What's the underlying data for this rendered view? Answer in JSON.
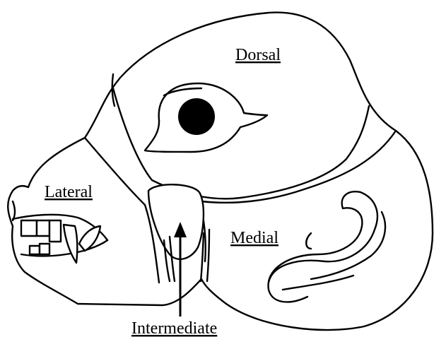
{
  "labels": {
    "dorsal": "Dorsal",
    "lateral": "Lateral",
    "medial": "Medial",
    "intermediate": "Intermediate"
  },
  "colors": {
    "stroke": "#000000",
    "background": "#ffffff",
    "pupil": "#000000"
  }
}
